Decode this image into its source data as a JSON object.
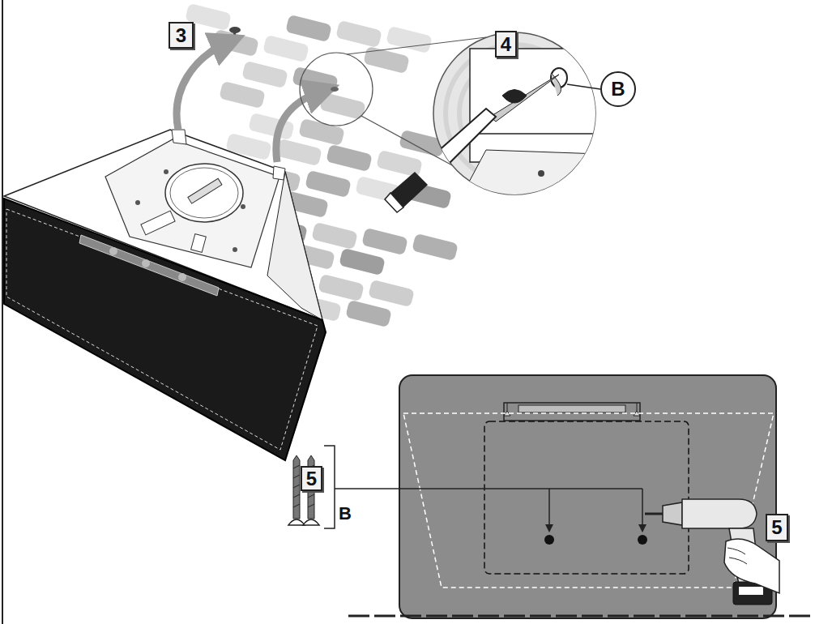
{
  "diagram": {
    "labels": [
      "3",
      "4",
      "B",
      "5",
      "B",
      "5"
    ]
  }
}
